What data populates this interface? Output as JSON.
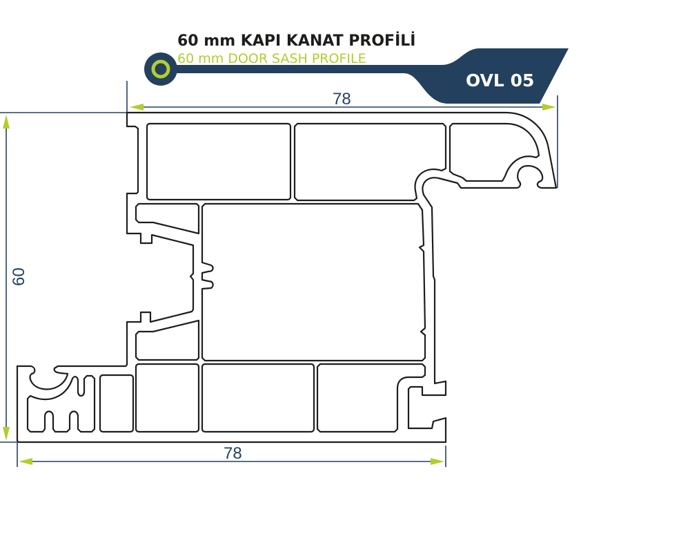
{
  "header": {
    "title_tr": "60 mm KAPI KANAT PROFİLİ",
    "title_en": "60 mm DOOR SASH PROFILE",
    "code": "OVL 05"
  },
  "dimensions": {
    "top_width": "78",
    "bottom_width": "78",
    "height": "60"
  },
  "colors": {
    "navy": "#24405f",
    "lime": "#b5cc2e",
    "outline": "#1d1d1b"
  }
}
